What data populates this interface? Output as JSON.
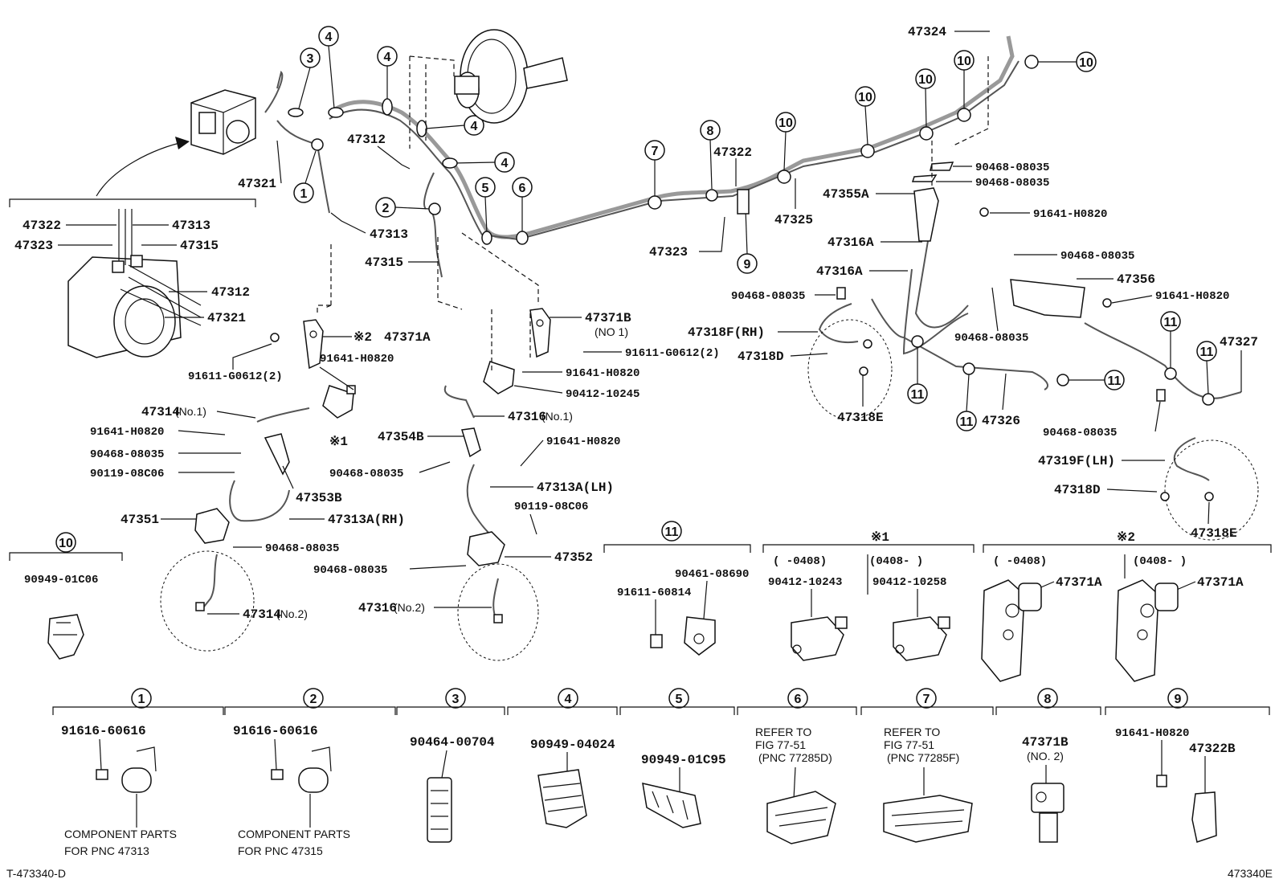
{
  "labels": {
    "p47324": "47324",
    "p47312_top": "47312",
    "p47321_top": "47321",
    "p47322_top": "47322",
    "p47325": "47325",
    "p47323_mid": "47323",
    "p47313_mid": "47313",
    "p47315_mid": "47315",
    "p47322_inset": "47322",
    "p47313_inset": "47313",
    "p47323_inset": "47323",
    "p47315_inset": "47315",
    "p47312_inset": "47312",
    "p47321_inset": "47321",
    "p90468_a": "90468-08035",
    "p90468_b": "90468-08035",
    "p47355A": "47355A",
    "p91641_a": "91641-H0820",
    "p47316A_a": "47316A",
    "p47316A_b": "47316A",
    "p90468_c": "90468-08035",
    "p47356": "47356",
    "p90468_d": "90468-08035",
    "p91641_b": "91641-H0820",
    "p90468_e": "90468-08035",
    "p47318F": "47318F(RH)",
    "p47318D_a": "47318D",
    "p47318E_a": "47318E",
    "p47326": "47326",
    "p47327": "47327",
    "p90468_f": "90468-08035",
    "p47319F": "47319F(LH)",
    "p47318D_b": "47318D",
    "p47318E_b": "47318E",
    "p47371A_main": "47371A",
    "p_note2_mark": "※2",
    "p91611_a": "91611-G0612(2)",
    "p91641_c": "91641-H0820",
    "p47314_no1": "47314",
    "p47314_no1_sfx": "(No.1)",
    "p91641_d": "91641-H0820",
    "p_note1_mark": "※1",
    "p90468_g": "90468-08035",
    "p90119_a": "90119-08C06",
    "p47353B": "47353B",
    "p47351": "47351",
    "p47313A_RH": "47313A(RH)",
    "p90468_h": "90468-08035",
    "p47314_no2": "47314",
    "p47314_no2_sfx": "(No.2)",
    "p47371B": "47371B",
    "p47371B_sfx": "(NO 1)",
    "p91611_b": "91611-G0612(2)",
    "p91641_e": "91641-H0820",
    "p90412_10245": "90412-10245",
    "p47316_no1": "47316",
    "p47316_no1_sfx": "(No.1)",
    "p47354B": "47354B",
    "p91641_f": "91641-H0820",
    "p90468_i": "90468-08035",
    "p47313A_LH": "47313A(LH)",
    "p90119_b": "90119-08C06",
    "p47352": "47352",
    "p90468_j": "90468-08035",
    "p47316_no2": "47316",
    "p47316_no2_sfx": "(No.2)"
  },
  "callouts": {
    "c1": "1",
    "c2": "2",
    "c3": "3",
    "c4": "4",
    "c5": "5",
    "c6": "6",
    "c7": "7",
    "c8": "8",
    "c9": "9",
    "c10": "10",
    "c11": "11"
  },
  "groups": {
    "g10": {
      "num": "10",
      "part": "90949-01C06"
    },
    "g11": {
      "num": "11",
      "part_a": "90461-08690",
      "part_b": "91611-60814"
    },
    "note1": {
      "mark": "※1",
      "range_a": "( -0408)",
      "range_b": "(0408-     )",
      "part_a": "90412-10243",
      "part_b": "90412-10258"
    },
    "note2": {
      "mark": "※2",
      "range_a": "(     -0408)",
      "range_b": "(0408-     )",
      "part_a": "47371A",
      "part_b": "47371A"
    }
  },
  "bottom_row": [
    {
      "num": "1",
      "part": "91616-60616",
      "note1": "COMPONENT PARTS",
      "note2": "FOR PNC 47313"
    },
    {
      "num": "2",
      "part": "91616-60616",
      "note1": "COMPONENT PARTS",
      "note2": "FOR PNC 47315"
    },
    {
      "num": "3",
      "part": "90464-00704"
    },
    {
      "num": "4",
      "part": "90949-04024"
    },
    {
      "num": "5",
      "part": "90949-01C95"
    },
    {
      "num": "6",
      "ref1": "REFER TO",
      "ref2": "FIG 77-51",
      "ref3": "(PNC 77285D)"
    },
    {
      "num": "7",
      "ref1": "REFER TO",
      "ref2": "FIG 77-51",
      "ref3": "(PNC 77285F)"
    },
    {
      "num": "8",
      "part": "47371B",
      "sfx": "(NO. 2)"
    },
    {
      "num": "9",
      "part_a": "91641-H0820",
      "part_b": "47322B"
    }
  ],
  "footer": {
    "left": "T-473340-D",
    "right": "473340E"
  }
}
